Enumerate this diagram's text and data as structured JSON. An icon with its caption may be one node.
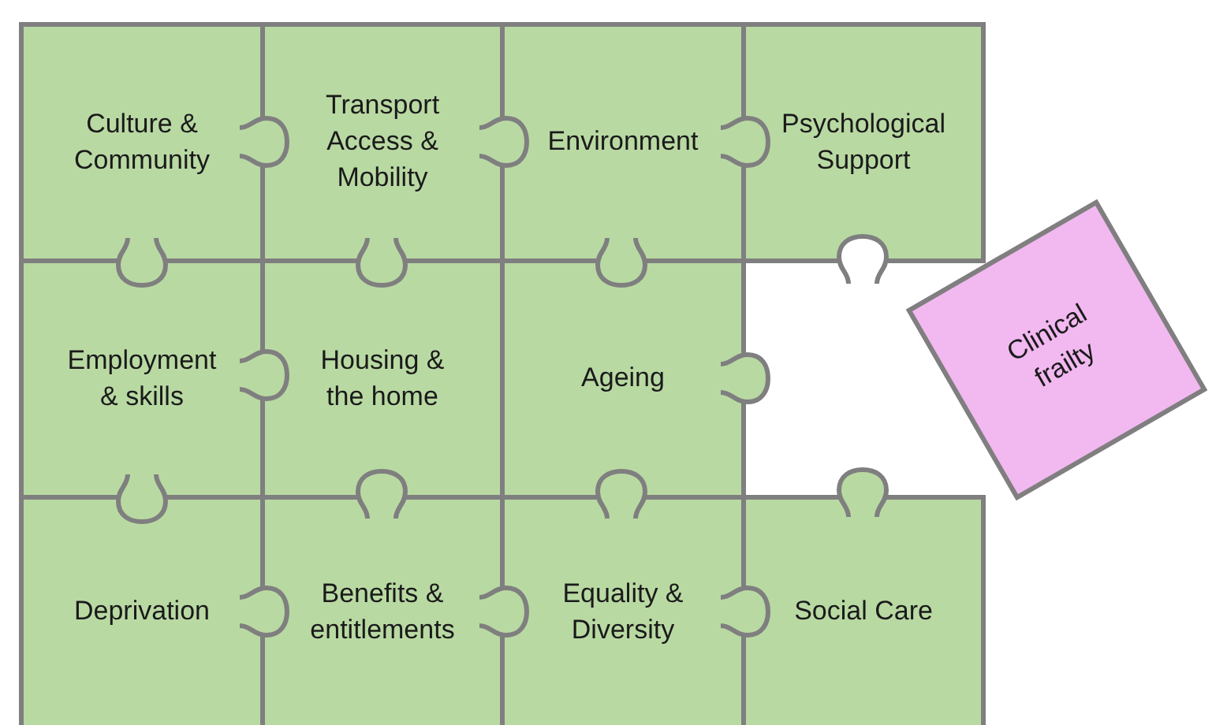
{
  "diagram": {
    "nodes": [
      {
        "text": [
          "Culture & Community"
        ]
      },
      {
        "text": [
          "Transport Access & Mobility"
        ]
      },
      {
        "text": [
          "Environment"
        ]
      },
      {
        "text": [
          "Psychological Support"
        ]
      },
      {
        "text": [
          "Employment & skills"
        ]
      },
      {
        "text": [
          "Housing & the home"
        ]
      },
      {
        "text": [
          "Ageing"
        ]
      },
      {
        "text": [
          "Deprivation"
        ]
      },
      {
        "text": [
          "Benefits & entitlements"
        ]
      },
      {
        "text": [
          "Equality & Diversity"
        ]
      },
      {
        "text": [
          "Social Care"
        ]
      },
      {
        "text": [
          "Clinical frailty"
        ]
      }
    ]
  }
}
